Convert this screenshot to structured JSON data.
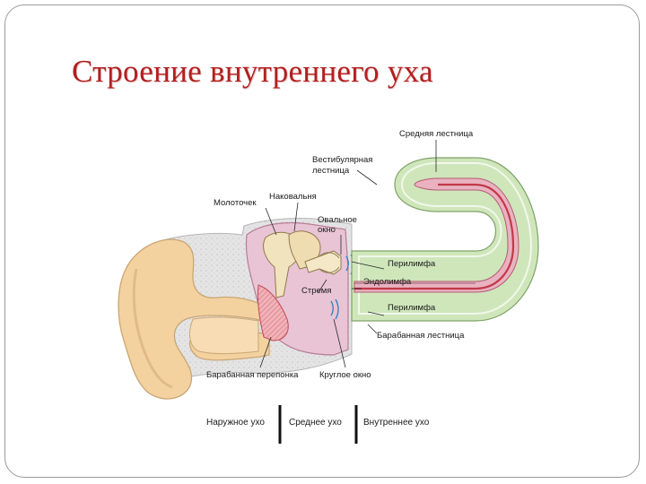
{
  "slide": {
    "title": "Строение внутреннего уха"
  },
  "diagram": {
    "labels": {
      "middle_scala": "Средняя лестница",
      "vestibular_scala_1": "Вестибулярная",
      "vestibular_scala_2": "лестница",
      "incus": "Наковальня",
      "malleus": "Молоточек",
      "oval_window_1": "Овальное",
      "oval_window_2": "окно",
      "perilymph_top": "Перилимфа",
      "endolymph": "Эндолимфа",
      "stapes": "Стремя",
      "perilymph_bottom": "Перилимфа",
      "tympanic_scala": "Барабанная лестница",
      "eardrum": "Барабанная перепонка",
      "round_window": "Круглое окно"
    },
    "sections": {
      "outer": "Наружное ухо",
      "middle": "Среднее ухо",
      "inner": "Внутреннее ухо"
    },
    "colors": {
      "title": "#b31f1f",
      "skin": "#f3d2a0",
      "skin_stroke": "#caa574",
      "bone": "#e3e3e3",
      "canal": "#c9e3b3",
      "endolymph": "#eab2c0",
      "basilar": "#c0394a",
      "cavity": "#e9c4d4"
    }
  }
}
